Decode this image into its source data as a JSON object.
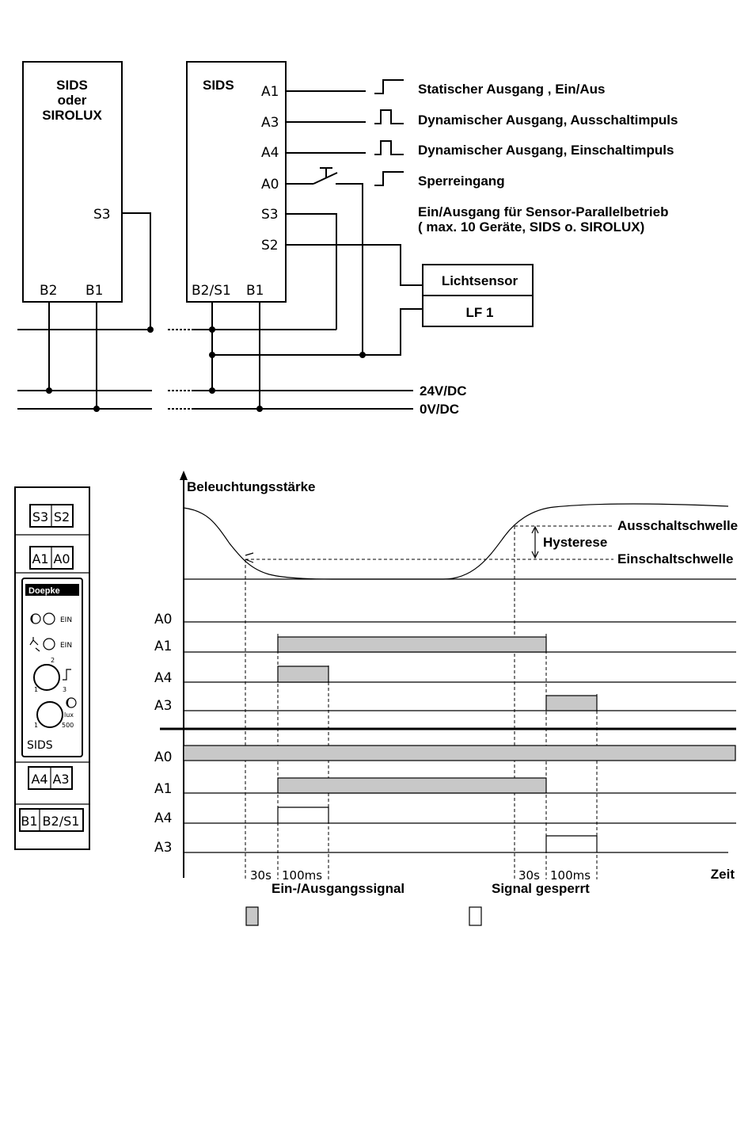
{
  "wiring": {
    "left_device": {
      "line1": "SIDS",
      "line2": "oder",
      "line3": "SIROLUX",
      "s3": "S3",
      "b2": "B2",
      "b1": "B1"
    },
    "right_device": {
      "title": "SIDS",
      "a1": "A1",
      "a3": "A3",
      "a4": "A4",
      "a0": "A0",
      "s3": "S3",
      "s2": "S2",
      "b2s1": "B2/S1",
      "b1": "B1"
    },
    "desc_a1": "Statischer Ausgang , Ein/Aus",
    "desc_a3": "Dynamischer Ausgang, Ausschaltimpuls",
    "desc_a4": "Dynamischer Ausgang, Einschaltimpuls",
    "desc_a0": "Sperreingang",
    "desc_s3_line1": "Ein/Ausgang für Sensor-Parallelbetrieb",
    "desc_s3_line2": "( max. 10 Geräte, SIDS o. SIROLUX)",
    "sensor_line1": "Lichtsensor",
    "sensor_line2": "LF 1",
    "rail_24v": "24V/DC",
    "rail_0v": "0V/DC"
  },
  "module": {
    "top_terminals": [
      "S3",
      "S2"
    ],
    "mid_terminals": [
      "A1",
      "A0"
    ],
    "brand": "Doepke",
    "ein1": "EIN",
    "ein2": "EIN",
    "knob1_marks": [
      "2",
      "1",
      "3"
    ],
    "knob2_marks": [
      "lux",
      "1",
      "500"
    ],
    "name": "SIDS",
    "low_terminals": [
      "A4",
      "A3"
    ],
    "bottom_terminals": [
      "B1",
      "B2/S1"
    ]
  },
  "timing": {
    "y_axis_label": "Beleuchtungsstärke",
    "x_axis_label": "Zeit",
    "threshold_off": "Ausschaltschwelle",
    "threshold_on": "Einschaltschwelle",
    "hysteresis": "Hysterese",
    "group1_rows": [
      "A0",
      "A1",
      "A4",
      "A3"
    ],
    "group2_rows": [
      "A0",
      "A1",
      "A4",
      "A3"
    ],
    "delay_1": "30s",
    "pulse_1": "100ms",
    "delay_2": "30s",
    "pulse_2": "100ms",
    "legend_gray": "Ein-/Ausgangssignal",
    "legend_white": "Signal gesperrt"
  }
}
